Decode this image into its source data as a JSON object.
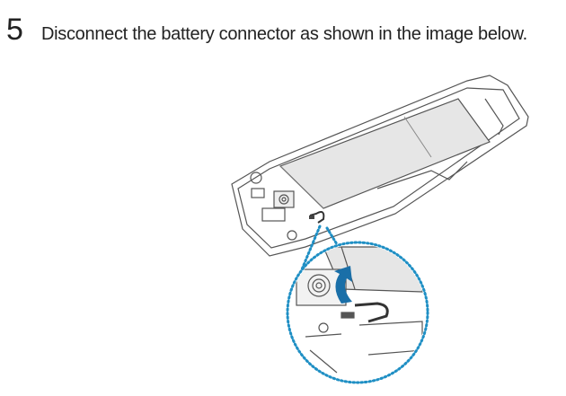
{
  "step": {
    "number": "5",
    "instruction": "Disconnect the battery connector as shown in the image below."
  },
  "illustration": {
    "icon": "battery-connector-diagram",
    "accent_color": "#1f8fc4",
    "arrow_color": "#1a6fa8"
  }
}
